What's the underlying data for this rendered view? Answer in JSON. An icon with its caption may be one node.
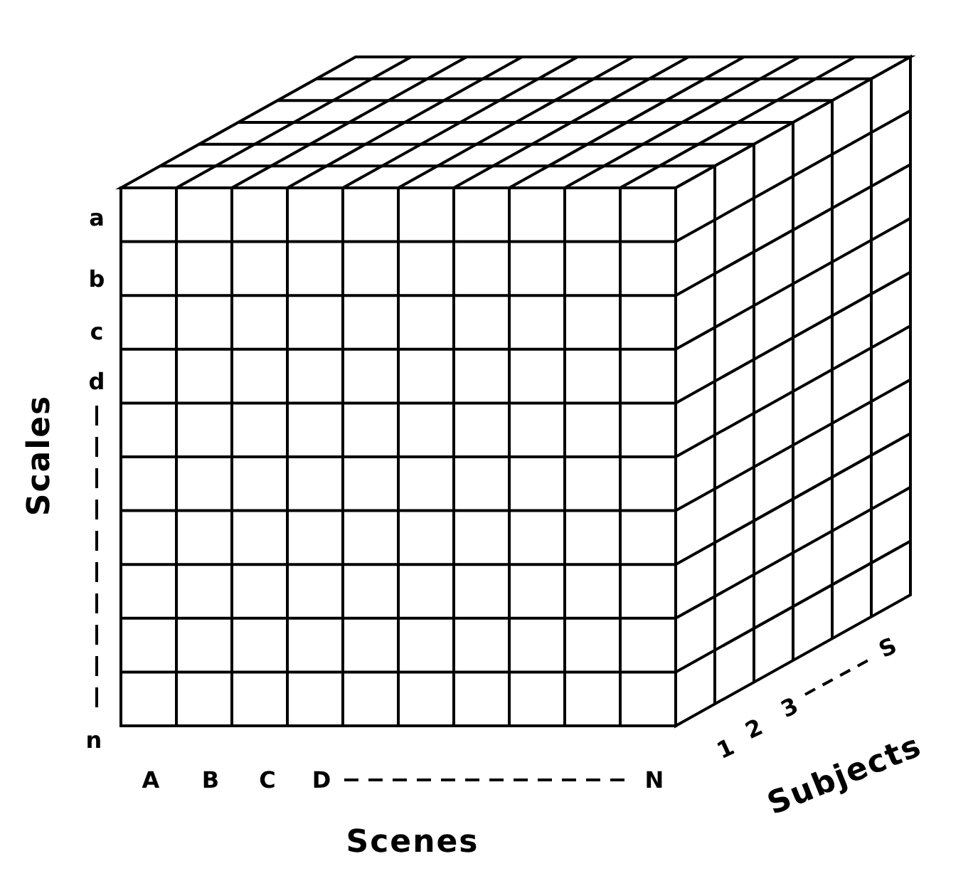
{
  "diagram": {
    "labels": [
      "a",
      "b",
      "c",
      "d",
      "n",
      "Scales",
      "A",
      "B",
      "C",
      "D",
      "N",
      "1",
      "2",
      "3",
      "S",
      "Subjects",
      "Scenes"
    ]
  }
}
